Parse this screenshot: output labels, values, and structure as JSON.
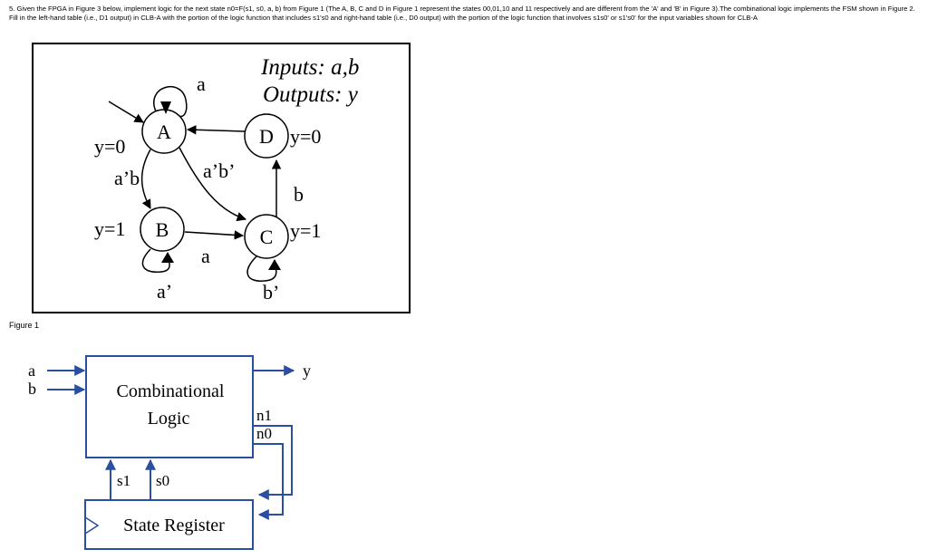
{
  "question": {
    "text": "5. Given the FPGA in Figure 3 below, implement logic for the next state n0=F(s1, s0, a, b) from Figure 1 (The A, B, C and D in Figure 1 represent the states 00,01,10 and 11 respectively and are different from the 'A' and 'B' in Figure 3).The combinational logic implements the FSM shown in Figure 2. Fill in the left-hand table (i.e., D1 output) in CLB-A with the portion of the logic function that includes s1's0 and right-hand table (i.e., D0 output) with the portion of the logic function that involves s1s0' or s1's0' for the input variables shown for CLB-A"
  },
  "figure1": {
    "caption": "Figure 1",
    "inputs_label": "Inputs: a,b",
    "outputs_label": "Outputs: y",
    "states": [
      {
        "name": "A",
        "output": "y=0"
      },
      {
        "name": "B",
        "output": "y=1"
      },
      {
        "name": "C",
        "output": "y=1"
      },
      {
        "name": "D",
        "output": "y=0"
      }
    ],
    "transitions": {
      "A_self": "a",
      "A_to_B": "a’b",
      "A_to_C": "a’b’",
      "B_self": "a’",
      "B_to_C": "a",
      "C_to_D": "b",
      "C_self": "b’"
    }
  },
  "figure2": {
    "input_a": "a",
    "input_b": "b",
    "output_y": "y",
    "comb_line1": "Combinational",
    "comb_line2": "Logic",
    "state_register": "State Register",
    "n1": "n1",
    "n0": "n0",
    "s1": "s1",
    "s0": "s0",
    "accent_color": "#2a4ea0"
  }
}
